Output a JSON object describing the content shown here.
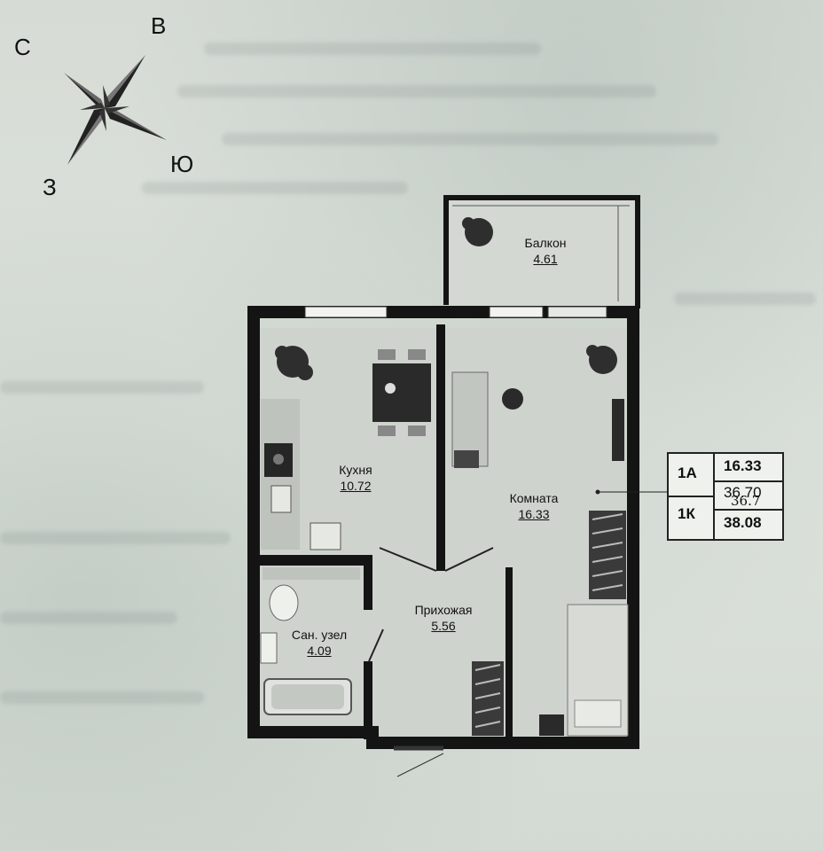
{
  "compass": {
    "north": "С",
    "east": "В",
    "south": "Ю",
    "west": "З"
  },
  "rooms": {
    "balcony": {
      "name": "Балкон",
      "area": "4.61"
    },
    "kitchen": {
      "name": "Кухня",
      "area": "10.72"
    },
    "room": {
      "name": "Комната",
      "area": "16.33"
    },
    "hallway": {
      "name": "Прихожая",
      "area": "5.56"
    },
    "bathroom": {
      "name": "Сан. узел",
      "area": "4.09"
    }
  },
  "legend": {
    "building": "1А",
    "rooms_code": "1К",
    "living_area": "16.33",
    "total_area_crossed": "36.70",
    "total_area_handwritten": "36.7",
    "total_area_with_balcony": "38.08"
  },
  "colors": {
    "wall": "#141414",
    "floor": "#cfd3ce",
    "paper": "#d8ded7"
  }
}
